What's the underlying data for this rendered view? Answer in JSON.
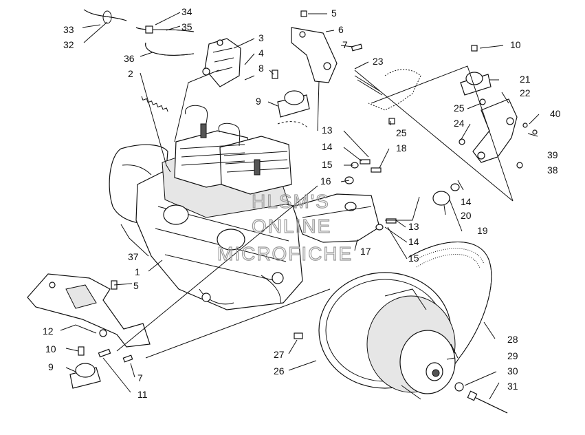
{
  "callouts": [
    {
      "id": "c33",
      "text": "33"
    },
    {
      "id": "c32",
      "text": "32"
    },
    {
      "id": "c34",
      "text": "34"
    },
    {
      "id": "c35",
      "text": "35"
    },
    {
      "id": "c36",
      "text": "36"
    },
    {
      "id": "c2",
      "text": "2"
    },
    {
      "id": "c3",
      "text": "3"
    },
    {
      "id": "c4",
      "text": "4"
    },
    {
      "id": "c5a",
      "text": "5"
    },
    {
      "id": "c6",
      "text": "6"
    },
    {
      "id": "c7a",
      "text": "7"
    },
    {
      "id": "c8",
      "text": "8"
    },
    {
      "id": "c9a",
      "text": "9"
    },
    {
      "id": "c23",
      "text": "23"
    },
    {
      "id": "c10a",
      "text": "10"
    },
    {
      "id": "c21",
      "text": "21"
    },
    {
      "id": "c22",
      "text": "22"
    },
    {
      "id": "c25a",
      "text": "25"
    },
    {
      "id": "c24",
      "text": "24"
    },
    {
      "id": "c40",
      "text": "40"
    },
    {
      "id": "c25b",
      "text": "25"
    },
    {
      "id": "c13a",
      "text": "13"
    },
    {
      "id": "c14a",
      "text": "14"
    },
    {
      "id": "c18",
      "text": "18"
    },
    {
      "id": "c15a",
      "text": "15"
    },
    {
      "id": "c39",
      "text": "39"
    },
    {
      "id": "c38",
      "text": "38"
    },
    {
      "id": "c16",
      "text": "16"
    },
    {
      "id": "c14b",
      "text": "14"
    },
    {
      "id": "c20",
      "text": "20"
    },
    {
      "id": "c13b",
      "text": "13"
    },
    {
      "id": "c19",
      "text": "19"
    },
    {
      "id": "c14c",
      "text": "14"
    },
    {
      "id": "c17",
      "text": "17"
    },
    {
      "id": "c15b",
      "text": "15"
    },
    {
      "id": "c37",
      "text": "37"
    },
    {
      "id": "c1",
      "text": "1"
    },
    {
      "id": "c5b",
      "text": "5"
    },
    {
      "id": "c12",
      "text": "12"
    },
    {
      "id": "c28",
      "text": "28"
    },
    {
      "id": "c10b",
      "text": "10"
    },
    {
      "id": "c27",
      "text": "27"
    },
    {
      "id": "c29",
      "text": "29"
    },
    {
      "id": "c9b",
      "text": "9"
    },
    {
      "id": "c26",
      "text": "26"
    },
    {
      "id": "c30",
      "text": "30"
    },
    {
      "id": "c7b",
      "text": "7"
    },
    {
      "id": "c11",
      "text": "11"
    },
    {
      "id": "c31",
      "text": "31"
    }
  ],
  "watermark": {
    "line1": "HLSM'S",
    "line2": "ONLINE",
    "line3": "MICROFICHE"
  }
}
